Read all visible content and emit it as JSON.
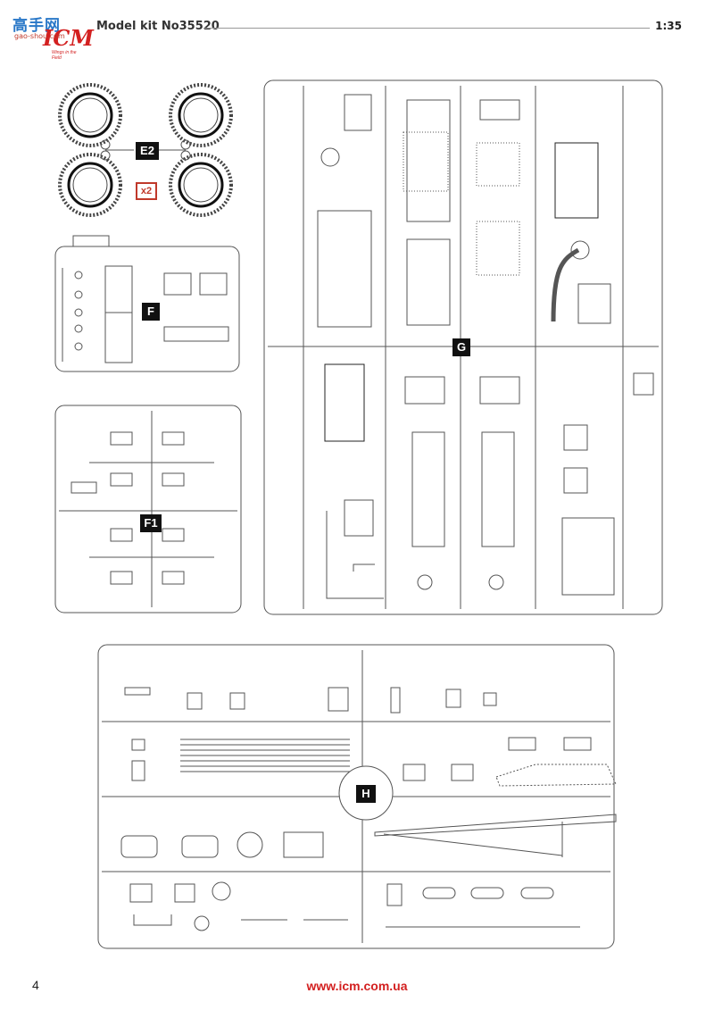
{
  "header": {
    "title": "Model kit No35520",
    "scale": "1:35"
  },
  "watermark": {
    "brand_cn": "高手网",
    "site": "gao-shou.com",
    "logo": "ICM",
    "tagline": "Wings in the Field"
  },
  "sprues": {
    "e2": {
      "label": "E2",
      "multiplier": "x2"
    },
    "f": {
      "label": "F"
    },
    "f1": {
      "label": "F1"
    },
    "g": {
      "label": "G"
    },
    "h": {
      "label": "H"
    }
  },
  "footer": {
    "page_number": "4",
    "url": "www.icm.com.ua"
  },
  "colors": {
    "brand_red": "#d32020",
    "watermark_blue": "#2a78c8",
    "line": "#555555"
  }
}
